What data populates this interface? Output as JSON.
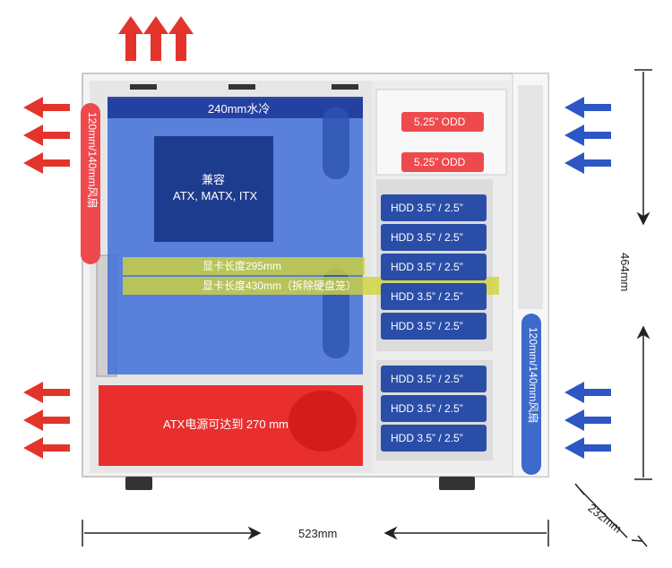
{
  "labels": {
    "radiator": "240mm水冷",
    "compat_title": "兼容",
    "compat_formats": "ATX, MATX, ITX",
    "gpu_295": "显卡长度295mm",
    "gpu_430": "显卡长度430mm（拆除硬盘笼）",
    "psu": "ATX电源可达到 270 mm",
    "odd": "5.25”  ODD",
    "hdd": "HDD  3.5” / 2.5”",
    "fan_left": "120mm/140mm风扇",
    "fan_right": "120mm/140mm风扇",
    "height": "464mm",
    "width": "523mm",
    "depth": "232mm"
  },
  "colors": {
    "exhaust": "#e3342c",
    "intake": "#2c57c5",
    "zone_blue": "#3f6fd8",
    "zone_red": "#e8201e",
    "gpu_band": "#cfd43a",
    "hdd_tray": "#2a4ea8",
    "odd_bay": "#ee4a4e"
  }
}
